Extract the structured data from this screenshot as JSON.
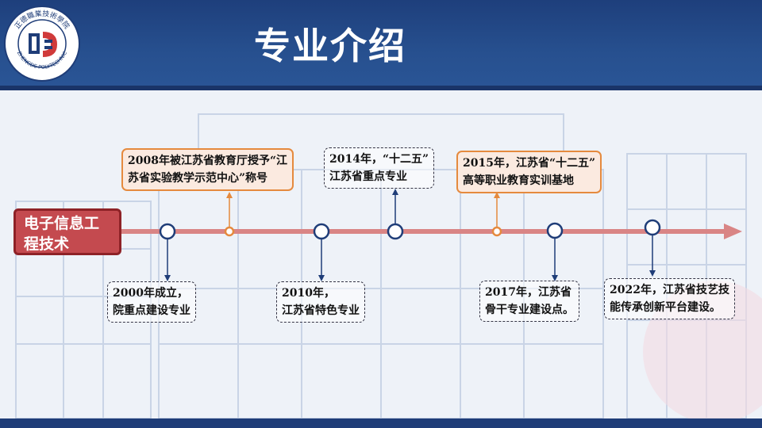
{
  "header": {
    "title": "专业介绍"
  },
  "logo": {
    "text_top": "正德職業技術學院",
    "text_bottom": "ZHENGDE POLYTECHNIC",
    "icon": "college-logo"
  },
  "timeline": {
    "start_label": [
      "电子信息工",
      "程技术"
    ],
    "events": [
      {
        "id": "e2000",
        "lines": [
          "2000年成立，",
          "院重点建设专业"
        ],
        "style": "dashed",
        "position": "below"
      },
      {
        "id": "e2008",
        "lines": [
          "2008年被江苏省教育厅授予“江",
          "苏省实验教学示范中心”称号"
        ],
        "style": "highlight",
        "position": "above"
      },
      {
        "id": "e2010",
        "lines": [
          "2010年，",
          "江苏省特色专业"
        ],
        "style": "dashed",
        "position": "below"
      },
      {
        "id": "e2014",
        "lines": [
          "2014年，“十二五”",
          "江苏省重点专业"
        ],
        "style": "dashed",
        "position": "above"
      },
      {
        "id": "e2015",
        "lines": [
          "2015年，江苏省“十二五”",
          "高等职业教育实训基地"
        ],
        "style": "highlight",
        "position": "above"
      },
      {
        "id": "e2017",
        "lines": [
          "2017年，江苏省",
          "骨干专业建设点。"
        ],
        "style": "dashed",
        "position": "below"
      },
      {
        "id": "e2022",
        "lines": [
          "2022年，江苏省技艺技",
          "能传承创新平台建设。"
        ],
        "style": "dashed",
        "position": "below"
      }
    ]
  },
  "colors": {
    "header": "#27508f",
    "axis": "#d98585",
    "node": "#1f3d78",
    "highlight": "#e58a3e",
    "start": "#c44a4f"
  }
}
